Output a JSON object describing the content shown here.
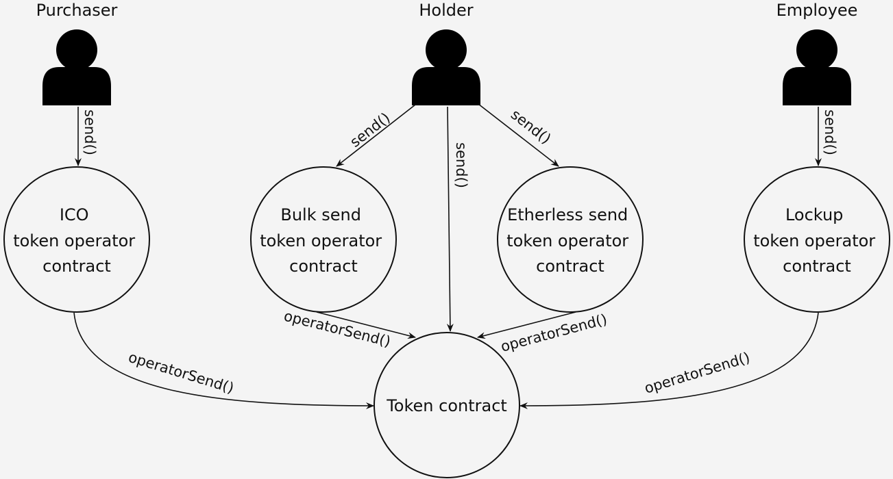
{
  "actors": {
    "purchaser": {
      "label": "Purchaser",
      "icon": "person-icon"
    },
    "holder": {
      "label": "Holder",
      "icon": "person-icon"
    },
    "employee": {
      "label": "Employee",
      "icon": "person-icon"
    }
  },
  "nodes": {
    "ico": {
      "lines": [
        "ICO",
        "token operator",
        "contract"
      ]
    },
    "bulk": {
      "lines": [
        "Bulk send",
        "token operator",
        "contract"
      ]
    },
    "etherless": {
      "lines": [
        "Etherless send",
        "token operator",
        "contract"
      ]
    },
    "lockup": {
      "lines": [
        "Lockup",
        "token operator",
        "contract"
      ]
    },
    "token": {
      "label": "Token  contract"
    }
  },
  "edges": {
    "purchaser_to_ico": "send()",
    "holder_to_bulk": "send()",
    "holder_to_token": "send()",
    "holder_to_etherless": "send()",
    "employee_to_lockup": "send()",
    "ico_to_token": "operatorSend()",
    "bulk_to_token": "operatorSend()",
    "etherless_to_token": "operatorSend()",
    "lockup_to_token": "operatorSend()"
  }
}
